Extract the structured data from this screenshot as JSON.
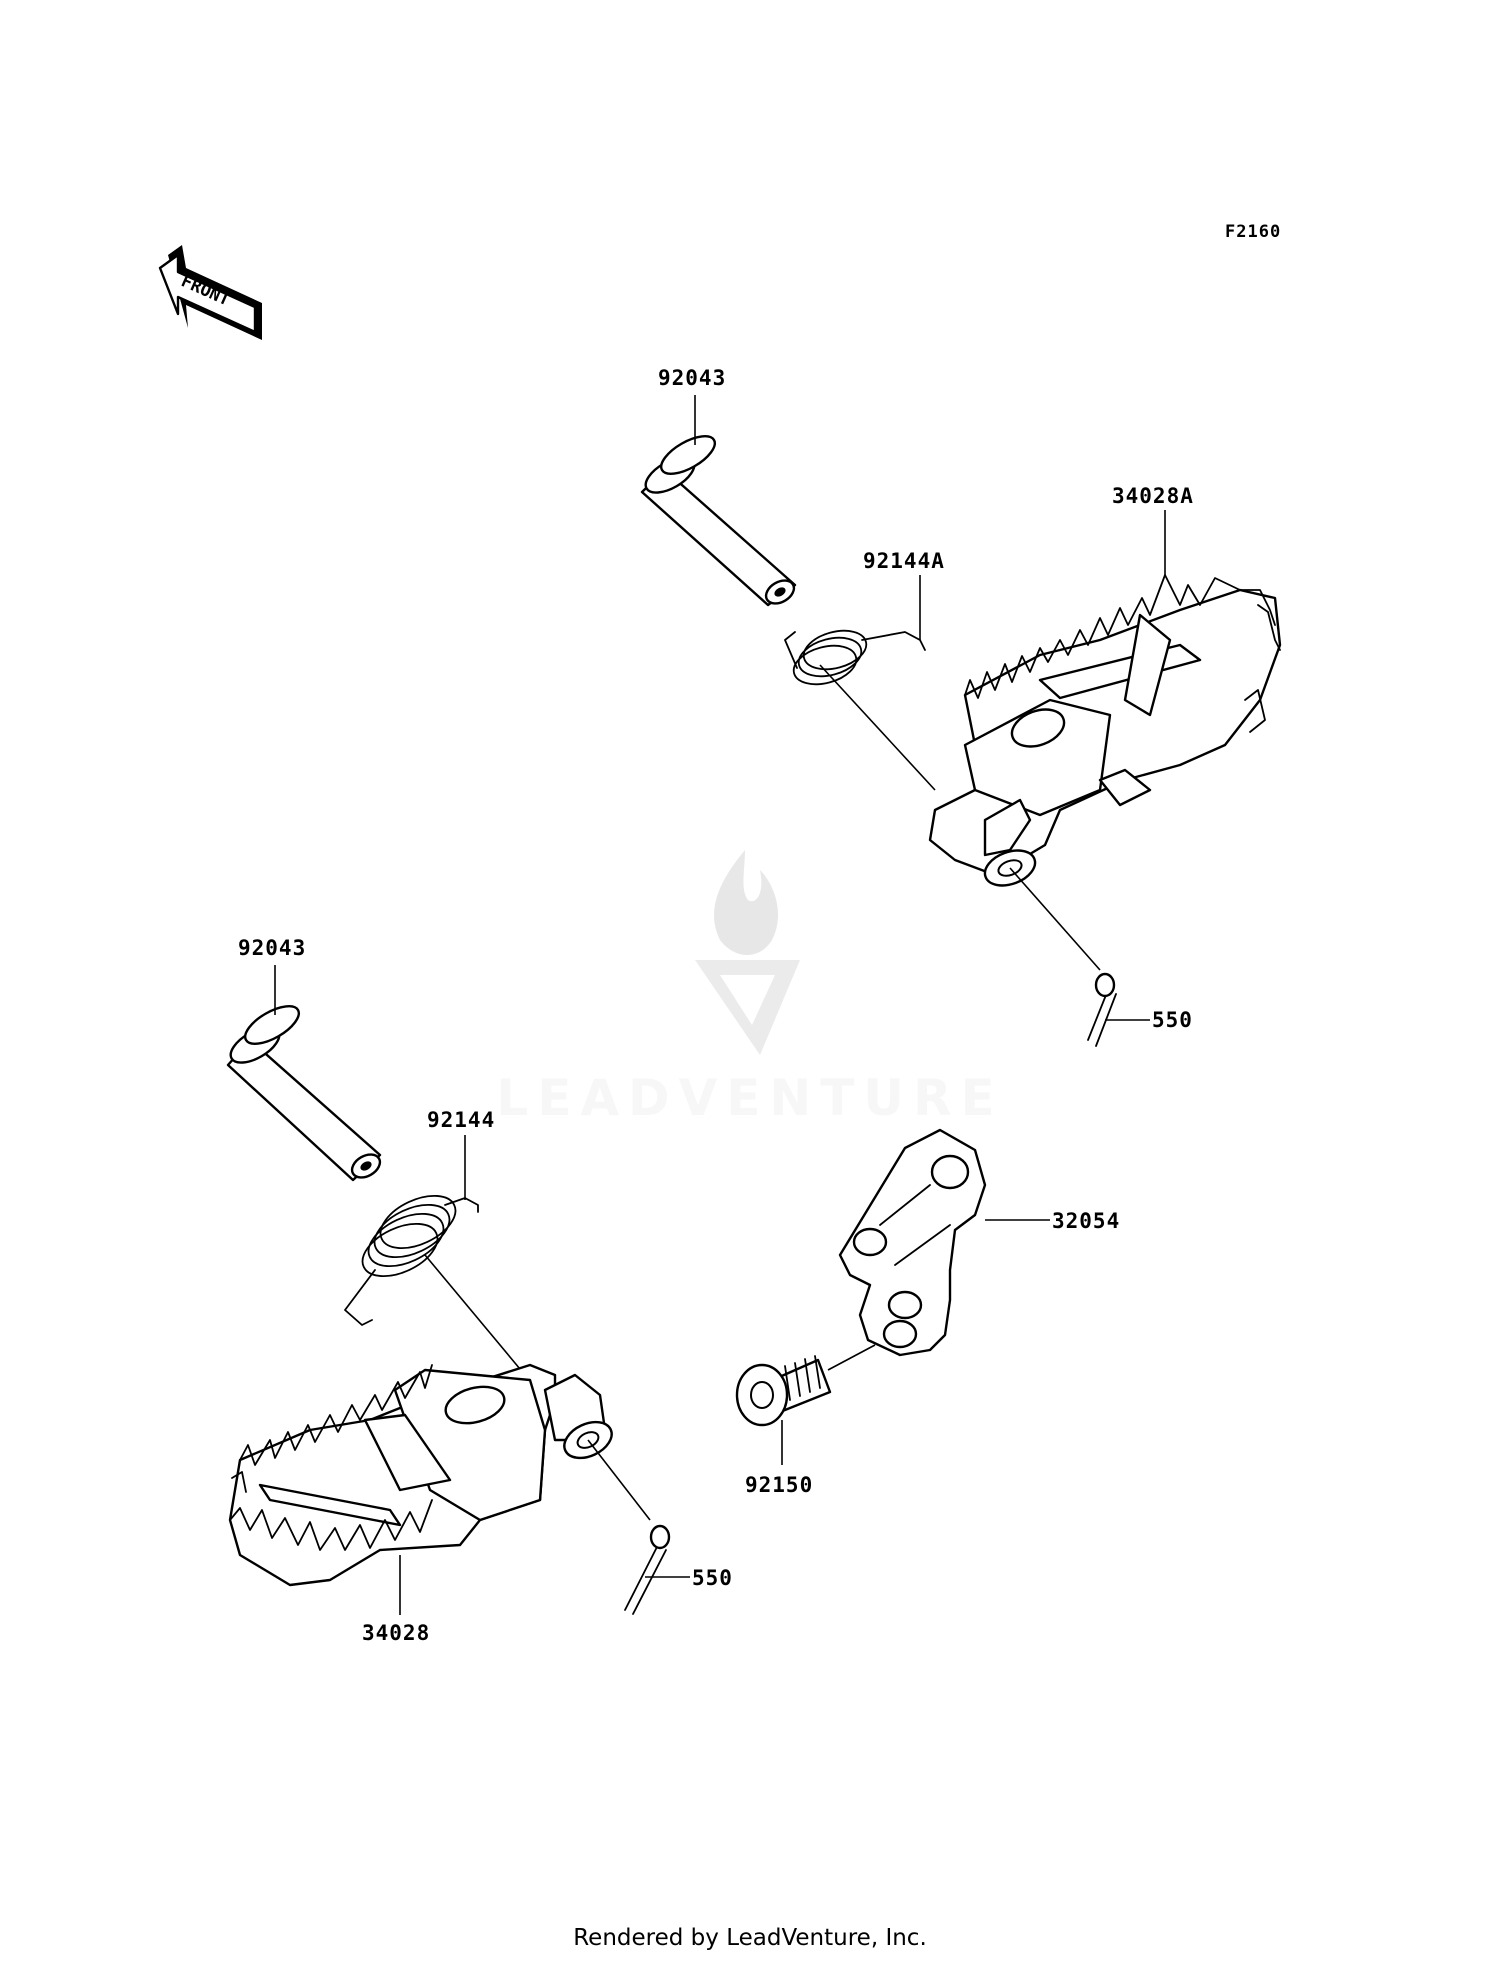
{
  "diagram": {
    "code": "F2160",
    "front_arrow_label": "FRONT",
    "watermark": "LEADVENTURE",
    "footer": "Rendered by LeadVenture, Inc.",
    "labels": {
      "pin_top": "92043",
      "pin_bottom": "92043",
      "spring_top": "92144A",
      "spring_bottom": "92144",
      "footpeg_top": "34028A",
      "footpeg_bottom": "34028",
      "cotter_pin_top": "550",
      "cotter_pin_bottom": "550",
      "bracket": "32054",
      "bolt": "92150"
    }
  }
}
